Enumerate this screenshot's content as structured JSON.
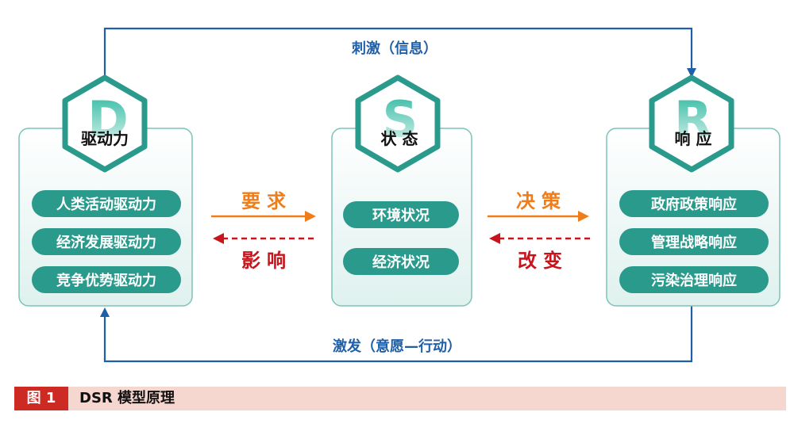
{
  "nodes": {
    "d": {
      "letter": "D",
      "label": "驱动力",
      "items": [
        "人类活动驱动力",
        "经济发展驱动力",
        "竞争优势驱动力"
      ]
    },
    "s": {
      "letter": "S",
      "label": "状 态",
      "items": [
        "环境状况",
        "经济状况"
      ]
    },
    "r": {
      "letter": "R",
      "label": "响 应",
      "items": [
        "政府政策响应",
        "管理战略响应",
        "污染治理响应"
      ]
    }
  },
  "arrows": {
    "d_to_s": "要求",
    "s_to_d": "影响",
    "s_to_r": "决策",
    "r_to_s": "改变"
  },
  "loops": {
    "top": "刺激（信息）",
    "bottom": "激发（意愿—行动）"
  },
  "caption": {
    "badge": "图 1",
    "text": "DSR 模型原理"
  },
  "colors": {
    "pill": "#2a9a8c",
    "hex_border": "#2a9a8c",
    "panel_border": "#7cc3b8",
    "loop_line": "#1f5fa8",
    "orange": "#ef7d1a",
    "red": "#c8141c"
  }
}
